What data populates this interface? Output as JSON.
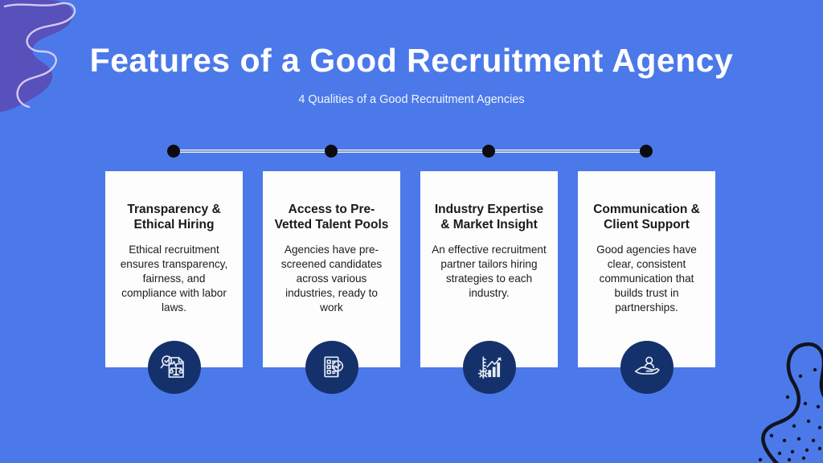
{
  "slide": {
    "title": "Features of a Good Recruitment Agency",
    "subtitle": "4 Qualities of a Good Recruitment Agencies"
  },
  "cards": [
    {
      "title": "Transparency & Ethical Hiring",
      "body": "Ethical recruitment ensures transparency, fairness, and compliance with labor laws.",
      "icon": "compliance-document-scales-magnifier-icon"
    },
    {
      "title": "Access to Pre-Vetted Talent Pools",
      "body": "Agencies have pre-screened candidates across various industries, ready to work",
      "icon": "checklist-magnifier-icon"
    },
    {
      "title": "Industry Expertise & Market Insight",
      "body": "An effective recruitment partner tailors hiring strategies to each industry.",
      "icon": "bar-chart-growth-icon"
    },
    {
      "title": "Communication & Client Support",
      "body": "Good agencies have clear, consistent communication that builds trust in partnerships.",
      "icon": "hand-holding-person-icon"
    }
  ],
  "timeline": {
    "dot_count": "4"
  },
  "colors": {
    "background": "#4c79e9",
    "card_bg": "#fdfdfe",
    "icon_circle": "#15316b",
    "icon_stroke": "#e4ebf5",
    "text_dark": "#1a1a1a",
    "timeline_dot": "#0b0b10",
    "timeline_line": "#f2f6ff",
    "blob_purple": "#5951bb",
    "blob_squiggle": "#d7c9f2",
    "blob_outline": "#11141f"
  }
}
